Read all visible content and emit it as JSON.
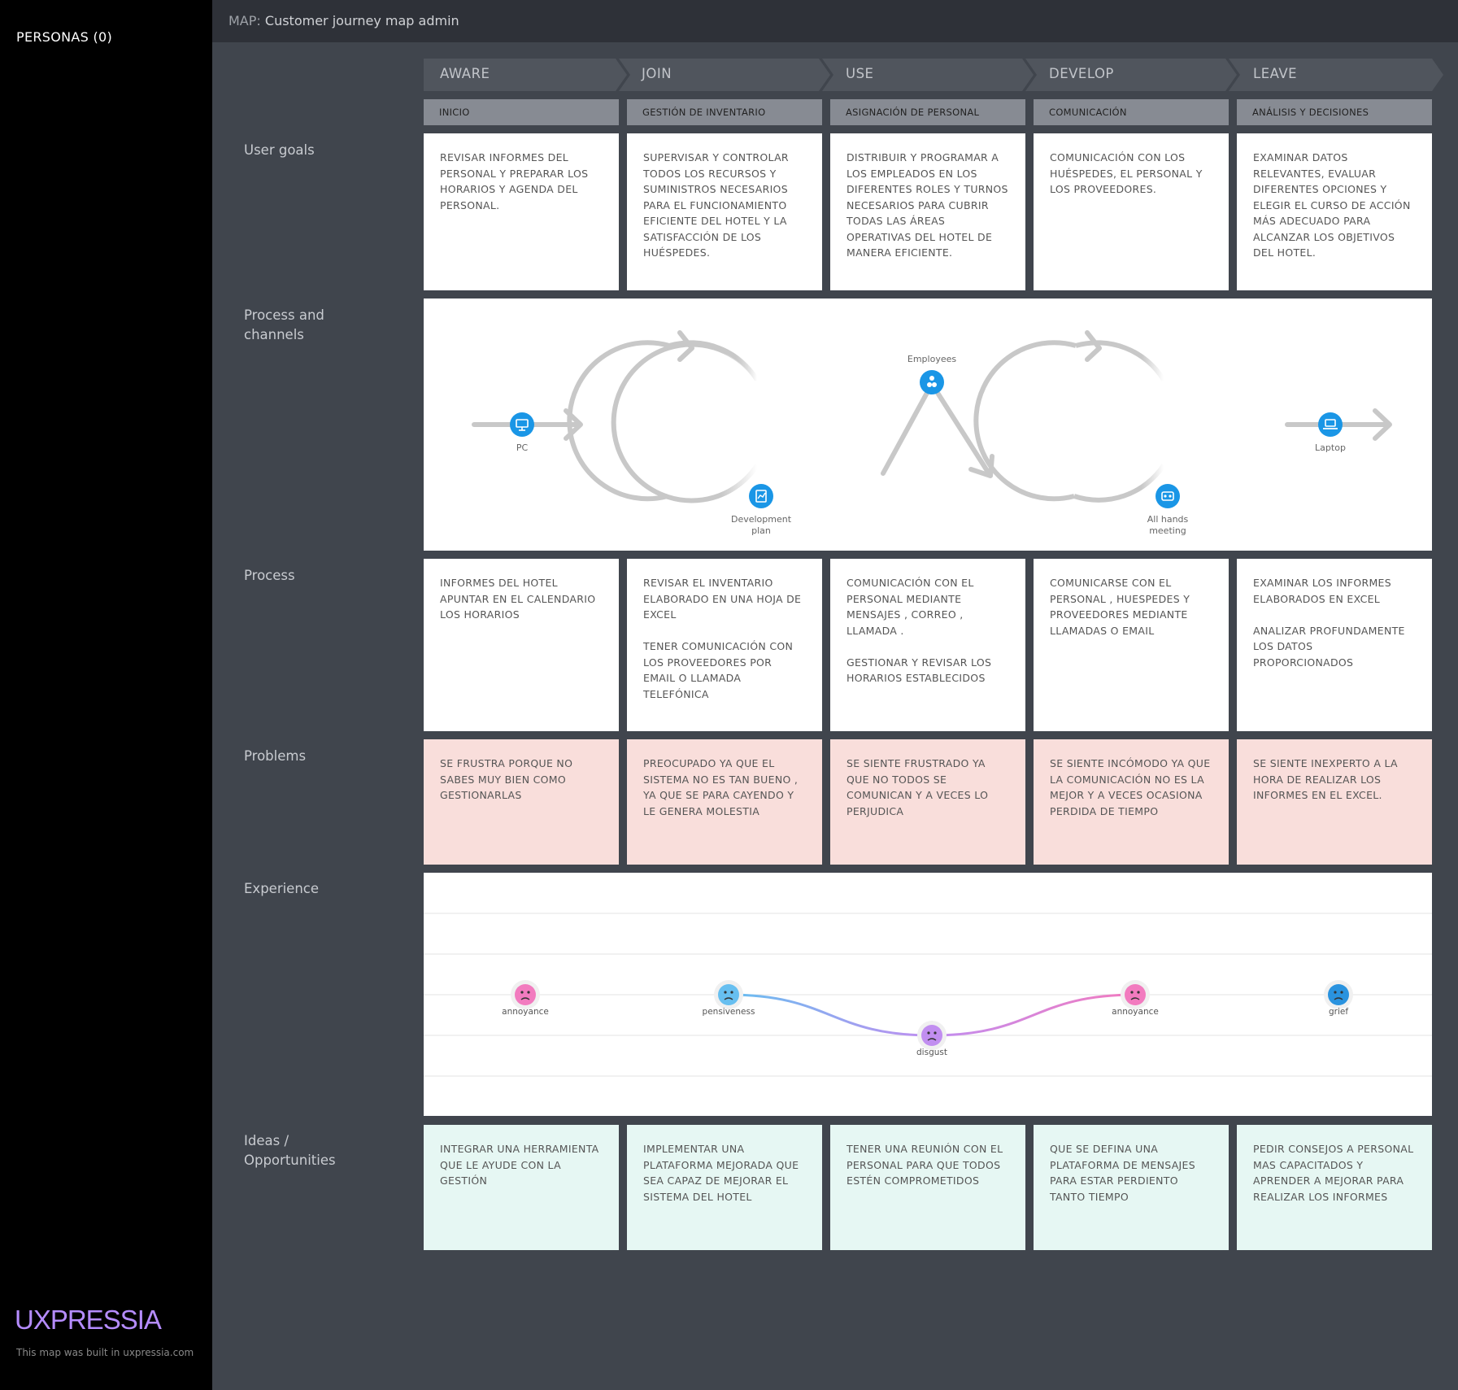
{
  "sidebar": {
    "personas_label": "PERSONAS (0)",
    "logo": "UXPRESSIA",
    "built_text": "This map was built in uxpressia.com"
  },
  "header": {
    "prefix": "MAP:",
    "title": "Customer journey map admin"
  },
  "rows": {
    "user_goals": "User goals",
    "process_channels": "Process and\nchannels",
    "process": "Process",
    "problems": "Problems",
    "experience": "Experience",
    "ideas": "Ideas /\nOpportunities"
  },
  "stages": [
    {
      "name": "AWARE",
      "sub": "INICIO"
    },
    {
      "name": "JOIN",
      "sub": "GESTIÓN DE INVENTARIO"
    },
    {
      "name": "USE",
      "sub": "ASIGNACIÓN DE PERSONAL"
    },
    {
      "name": "DEVELOP",
      "sub": "COMUNICACIÓN"
    },
    {
      "name": "LEAVE",
      "sub": "ANÁLISIS Y DECISIONES"
    }
  ],
  "user_goals": [
    "REVISAR INFORMES DEL PERSONAL Y PREPARAR LOS HORARIOS Y AGENDA DEL PERSONAL.",
    "SUPERVISAR Y CONTROLAR TODOS LOS RECURSOS Y SUMINISTROS NECESARIOS PARA EL FUNCIONAMIENTO EFICIENTE DEL HOTEL Y LA SATISFACCIÓN DE LOS HUÉSPEDES.",
    "DISTRIBUIR Y PROGRAMAR A LOS EMPLEADOS EN LOS DIFERENTES ROLES Y TURNOS NECESARIOS PARA CUBRIR TODAS LAS ÁREAS OPERATIVAS DEL HOTEL DE MANERA EFICIENTE.",
    "COMUNICACIÓN CON LOS HUÉSPEDES, EL PERSONAL Y  LOS PROVEEDORES.",
    " EXAMINAR DATOS RELEVANTES, EVALUAR DIFERENTES OPCIONES Y ELEGIR EL CURSO DE ACCIÓN MÁS ADECUADO PARA ALCANZAR LOS OBJETIVOS DEL HOTEL."
  ],
  "channels": [
    "PC",
    "Development plan",
    "Employees",
    "All hands meeting",
    "Laptop"
  ],
  "channel_icons": [
    "monitor-icon",
    "chart-report-icon",
    "people-icon",
    "group-meeting-icon",
    "laptop-icon"
  ],
  "process": [
    "INFORMES DEL HOTEL\nAPUNTAR EN EL CALENDARIO LOS HORARIOS",
    "REVISAR EL INVENTARIO ELABORADO EN UNA HOJA DE EXCEL\n\nTENER COMUNICACIÓN CON LOS PROVEEDORES POR EMAIL O LLAMADA TELEFÓNICA",
    "COMUNICACIÓN CON EL PERSONAL MEDIANTE MENSAJES , CORREO , LLAMADA .\n\nGESTIONAR Y REVISAR LOS HORARIOS ESTABLECIDOS",
    "COMUNICARSE CON EL PERSONAL , HUESPEDES Y PROVEEDORES MEDIANTE LLAMADAS O EMAIL",
    "EXAMINAR LOS INFORMES ELABORADOS EN EXCEL\n\nANALIZAR PROFUNDAMENTE LOS DATOS PROPORCIONADOS"
  ],
  "problems": [
    "SE FRUSTRA PORQUE NO SABES MUY BIEN COMO GESTIONARLAS",
    "PREOCUPADO YA QUE EL SISTEMA NO ES TAN BUENO , YA QUE SE PARA CAYENDO Y LE GENERA MOLESTIA",
    "SE SIENTE  FRUSTRADO YA QUE NO TODOS SE COMUNICAN Y A VECES LO PERJUDICA",
    "SE SIENTE INCÓMODO YA QUE LA COMUNICACIÓN NO ES LA MEJOR  Y A VECES OCASIONA PERDIDA DE TIEMPO",
    "SE SIENTE INEXPERTO A LA HORA DE REALIZAR LOS INFORMES  EN EL EXCEL."
  ],
  "experience": {
    "emotions": [
      {
        "label": "annoyance",
        "level": 0,
        "color": "#f27bbf"
      },
      {
        "label": "pensiveness",
        "level": 0,
        "color": "#67bff0"
      },
      {
        "label": "disgust",
        "level": -1,
        "color": "#c18ef0"
      },
      {
        "label": "annoyance",
        "level": 0,
        "color": "#f27bbf"
      },
      {
        "label": "grief",
        "level": 0,
        "color": "#2a93df"
      }
    ]
  },
  "ideas": [
    "INTEGRAR UNA HERRAMIENTA QUE LE AYUDE CON LA GESTIÓN",
    "IMPLEMENTAR UNA PLATAFORMA MEJORADA QUE SEA CAPAZ DE MEJORAR EL SISTEMA DEL HOTEL",
    "TENER UNA REUNIÓN CON EL PERSONAL PARA QUE TODOS ESTÉN COMPROMETIDOS",
    "QUE SE DEFINA UNA PLATAFORMA DE MENSAJES PARA ESTAR PERDIENTO TANTO TIEMPO",
    "PEDIR CONSEJOS A PERSONAL MAS CAPACITADOS Y APRENDER A MEJORAR PARA REALIZAR LOS INFORMES"
  ],
  "colors": {
    "channel_blue": "#1a96e6",
    "problems_bg": "#f9dedb",
    "ideas_bg": "#e6f7f3",
    "logo": "#b58cff"
  }
}
